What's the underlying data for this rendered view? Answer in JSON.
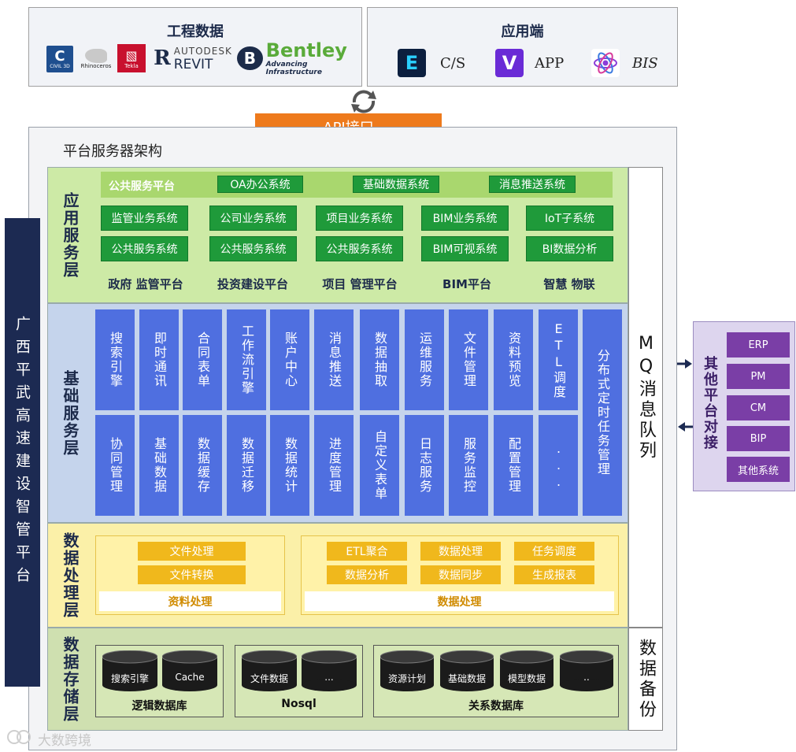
{
  "engineering_data": {
    "title": "工程数据",
    "logos": {
      "civil3d": {
        "letter": "C",
        "caption": "CIVIL 3D"
      },
      "rhino": {
        "caption": "Rhinoceros"
      },
      "tekla": {
        "caption": "Tekla"
      },
      "revit": {
        "brand": "AUTODESK",
        "name": "REVIT"
      },
      "bentley": {
        "name": "Bentley",
        "tagline": "Advancing Infrastructure"
      }
    }
  },
  "client": {
    "title": "应用端",
    "items": [
      {
        "icon": "E",
        "label": "C/S"
      },
      {
        "icon": "V",
        "label": "APP"
      },
      {
        "icon": "atom",
        "label": "BIS"
      }
    ]
  },
  "api": {
    "label": "API接口"
  },
  "frame": {
    "title": "平台服务器架构"
  },
  "side": {
    "label": "广西平武高速建设智管平台"
  },
  "application_layer": {
    "label": "应用服务层",
    "public_platform": {
      "title": "公共服务平台",
      "systems": [
        "OA办公系统",
        "基础数据系统",
        "消息推送系统"
      ]
    },
    "platforms": [
      {
        "name": "政府 监管平台",
        "systems": [
          "监管业务系统",
          "公共服务系统"
        ]
      },
      {
        "name": "投资建设平台",
        "systems": [
          "公司业务系统",
          "公共服务系统"
        ]
      },
      {
        "name": "项目 管理平台",
        "systems": [
          "项目业务系统",
          "公共服务系统"
        ]
      },
      {
        "name": "BIM平台",
        "systems": [
          "BIM业务系统",
          "BIM可视系统"
        ]
      },
      {
        "name": "智慧 物联",
        "systems": [
          "IoT子系统",
          "BI数据分析"
        ]
      }
    ]
  },
  "base_layer": {
    "label": "基础服务层",
    "top_row": [
      "搜索引擎",
      "即时通讯",
      "合同表单",
      "工作流引擎",
      "账户中心",
      "消息推送",
      "数据抽取",
      "运维服务",
      "文件管理",
      "资料预览",
      "ETL调度"
    ],
    "bottom_row": [
      "协同管理",
      "基础数据",
      "数据缓存",
      "数据迁移",
      "数据统计",
      "进度管理",
      "自定义表单",
      "日志服务",
      "服务监控",
      "配置管理",
      "..."
    ],
    "tall_cell": "分布式定时任务管理"
  },
  "processing_layer": {
    "label": "数据处理层",
    "doc_group": {
      "items": [
        "文件处理",
        "文件转换"
      ],
      "caption": "资料处理"
    },
    "data_group": {
      "items": [
        "ETL聚合",
        "数据处理",
        "任务调度",
        "数据分析",
        "数据同步",
        "生成报表"
      ],
      "caption": "数据处理"
    }
  },
  "storage_layer": {
    "label": "数据存储层",
    "groups": [
      {
        "caption": "逻辑数据库",
        "items": [
          "搜索引擎",
          "Cache"
        ]
      },
      {
        "caption": "Nosql",
        "items": [
          "文件数据",
          "..."
        ]
      },
      {
        "caption": "关系数据库",
        "items": [
          "资源计划",
          "基础数据",
          "模型数据",
          ".."
        ]
      }
    ]
  },
  "mq": {
    "label": "MQ消息队列"
  },
  "backup": {
    "label": "数据备份"
  },
  "other_platforms": {
    "title": "其他平台对接",
    "items": [
      "ERP",
      "PM",
      "CM",
      "BIP",
      "其他系统"
    ]
  },
  "watermark": {
    "text": "大数跨境"
  },
  "colors": {
    "app_layer": "#cdeaa6",
    "base_layer": "#c5d4ec",
    "processing_layer": "#fbf0a8",
    "storage_layer": "#cfe0b0",
    "green": "#1f9a3a",
    "blue": "#4f6fe0",
    "gold": "#f0b81c",
    "purple": "#7a3ea6",
    "orange": "#ee7a1c",
    "navy": "#1c2a52"
  }
}
